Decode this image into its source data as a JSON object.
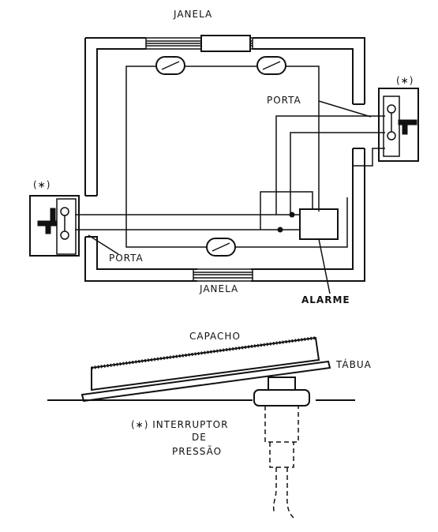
{
  "diagram": {
    "labels": {
      "window_top": "JANELA",
      "window_bottom": "JANELA",
      "door_right": "PORTA",
      "door_left": "PORTA",
      "switch_marker_right": "(∗)",
      "switch_marker_left": "(∗)",
      "alarm": "ALARME",
      "doormat": "CAPACHO",
      "board": "TÁBUA",
      "switch_caption_line1": "(∗) INTERRUPTOR",
      "switch_caption_line2": "DE",
      "switch_caption_line3": "PRESSÃO"
    }
  }
}
